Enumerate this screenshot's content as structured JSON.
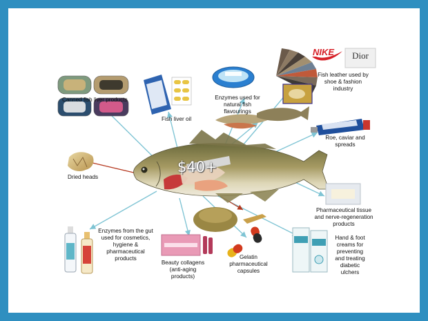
{
  "center_figure": "$40+",
  "brands": {
    "nike": "NIKE",
    "dior": "Dior"
  },
  "products": {
    "canned_liver": "Canned fish liver products",
    "liver_oil": "Fish liver oil",
    "enzymes_flavour": [
      "Enzymes used for",
      "natural fish",
      "flavourings"
    ],
    "leather": [
      "Fish leather used by",
      "shoe & fashion",
      "industry"
    ],
    "roe": [
      "Roe, caviar and",
      "spreads"
    ],
    "dried_heads": "Dried heads",
    "pharma_tissue": [
      "Pharmaceutical tissue",
      "and nerve-regeneration",
      "products"
    ],
    "gut_enzymes": [
      "Enzymes from the gut",
      "used for cosmetics,",
      "hygiene &",
      "pharmaceutical",
      "products"
    ],
    "collagens": [
      "Beauty collagens",
      "(anti-aging",
      "products)"
    ],
    "gelatin": [
      "Gelatin",
      "pharmaceutical",
      "capsules"
    ],
    "creams": [
      "Hand & foot",
      "creams for",
      "preventing",
      "and treating",
      "diabetic",
      "ulchers"
    ]
  },
  "colors": {
    "frame": "#2f8fc0",
    "arrow": "#7fc4d4",
    "arrow_red": "#b5381f"
  }
}
